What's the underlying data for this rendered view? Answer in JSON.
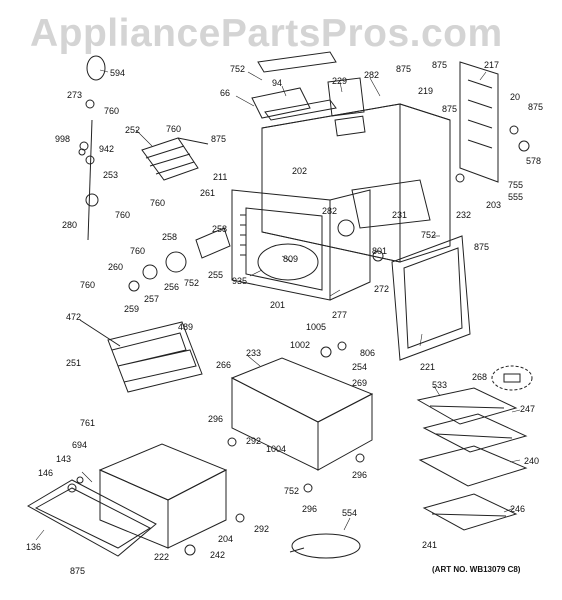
{
  "watermark": "AppliancePartsPros.com",
  "art_number": "(ART NO. WB13079 C8)",
  "callouts": [
    {
      "id": "594",
      "text": "594"
    },
    {
      "id": "273",
      "text": "273"
    },
    {
      "id": "760a",
      "text": "760"
    },
    {
      "id": "252",
      "text": "252"
    },
    {
      "id": "760b",
      "text": "760"
    },
    {
      "id": "998",
      "text": "998"
    },
    {
      "id": "942",
      "text": "942"
    },
    {
      "id": "875a",
      "text": "875"
    },
    {
      "id": "253",
      "text": "253"
    },
    {
      "id": "760c",
      "text": "760"
    },
    {
      "id": "760d",
      "text": "760"
    },
    {
      "id": "280",
      "text": "280"
    },
    {
      "id": "752a",
      "text": "752"
    },
    {
      "id": "66",
      "text": "66"
    },
    {
      "id": "94",
      "text": "94"
    },
    {
      "id": "229",
      "text": "229"
    },
    {
      "id": "282a",
      "text": "282"
    },
    {
      "id": "875b",
      "text": "875"
    },
    {
      "id": "875c",
      "text": "875"
    },
    {
      "id": "217",
      "text": "217"
    },
    {
      "id": "219",
      "text": "219"
    },
    {
      "id": "20",
      "text": "20"
    },
    {
      "id": "875d",
      "text": "875"
    },
    {
      "id": "875e",
      "text": "875"
    },
    {
      "id": "578",
      "text": "578"
    },
    {
      "id": "211",
      "text": "211"
    },
    {
      "id": "261",
      "text": "261"
    },
    {
      "id": "202",
      "text": "202"
    },
    {
      "id": "755",
      "text": "755"
    },
    {
      "id": "555",
      "text": "555"
    },
    {
      "id": "203",
      "text": "203"
    },
    {
      "id": "231",
      "text": "231"
    },
    {
      "id": "232",
      "text": "232"
    },
    {
      "id": "282b",
      "text": "282"
    },
    {
      "id": "752b",
      "text": "752"
    },
    {
      "id": "875f",
      "text": "875"
    },
    {
      "id": "760e",
      "text": "760"
    },
    {
      "id": "258a",
      "text": "258"
    },
    {
      "id": "258b",
      "text": "258"
    },
    {
      "id": "260",
      "text": "260"
    },
    {
      "id": "255",
      "text": "255"
    },
    {
      "id": "256",
      "text": "256"
    },
    {
      "id": "257",
      "text": "257"
    },
    {
      "id": "752c",
      "text": "752"
    },
    {
      "id": "809",
      "text": "809"
    },
    {
      "id": "935",
      "text": "935"
    },
    {
      "id": "801",
      "text": "801"
    },
    {
      "id": "760f",
      "text": "760"
    },
    {
      "id": "259",
      "text": "259"
    },
    {
      "id": "272",
      "text": "272"
    },
    {
      "id": "201",
      "text": "201"
    },
    {
      "id": "472",
      "text": "472"
    },
    {
      "id": "489",
      "text": "489"
    },
    {
      "id": "1005",
      "text": "1005"
    },
    {
      "id": "277",
      "text": "277"
    },
    {
      "id": "251",
      "text": "251"
    },
    {
      "id": "1002",
      "text": "1002"
    },
    {
      "id": "806",
      "text": "806"
    },
    {
      "id": "233",
      "text": "233"
    },
    {
      "id": "254",
      "text": "254"
    },
    {
      "id": "221",
      "text": "221"
    },
    {
      "id": "266",
      "text": "266"
    },
    {
      "id": "269",
      "text": "269"
    },
    {
      "id": "268",
      "text": "268"
    },
    {
      "id": "533",
      "text": "533"
    },
    {
      "id": "247",
      "text": "247"
    },
    {
      "id": "296a",
      "text": "296"
    },
    {
      "id": "761",
      "text": "761"
    },
    {
      "id": "292a",
      "text": "292"
    },
    {
      "id": "1004",
      "text": "1004"
    },
    {
      "id": "694",
      "text": "694"
    },
    {
      "id": "296b",
      "text": "296"
    },
    {
      "id": "143",
      "text": "143"
    },
    {
      "id": "146",
      "text": "146"
    },
    {
      "id": "240",
      "text": "240"
    },
    {
      "id": "752d",
      "text": "752"
    },
    {
      "id": "296c",
      "text": "296"
    },
    {
      "id": "246",
      "text": "246"
    },
    {
      "id": "554",
      "text": "554"
    },
    {
      "id": "292b",
      "text": "292"
    },
    {
      "id": "204",
      "text": "204"
    },
    {
      "id": "136",
      "text": "136"
    },
    {
      "id": "222",
      "text": "222"
    },
    {
      "id": "242",
      "text": "242"
    },
    {
      "id": "241",
      "text": "241"
    },
    {
      "id": "875g",
      "text": "875"
    }
  ]
}
